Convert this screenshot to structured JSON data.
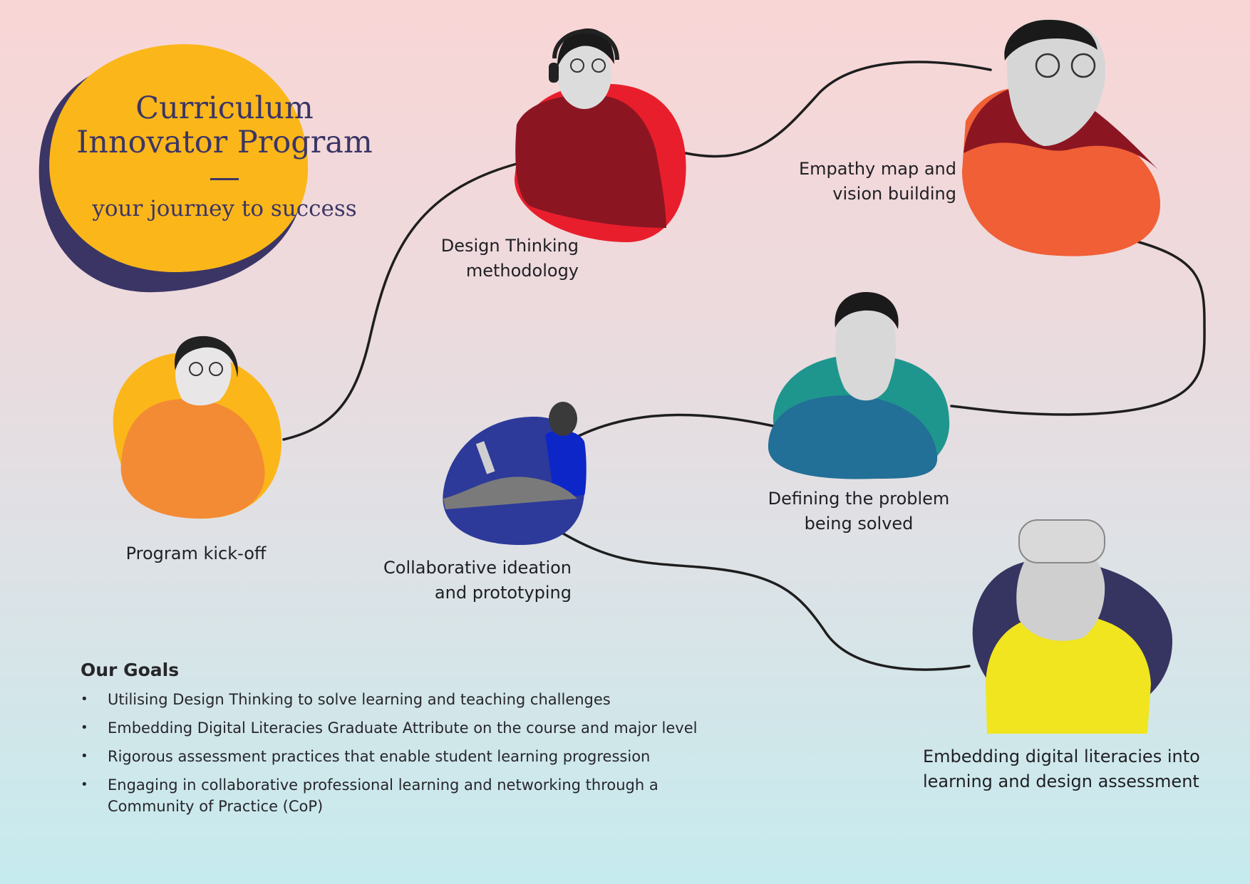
{
  "title": {
    "line1": "Curriculum",
    "line2": "Innovator Program",
    "subtitle": "your journey to success"
  },
  "steps": [
    {
      "line1": "Program kick-off",
      "line2": ""
    },
    {
      "line1": "Design Thinking",
      "line2": "methodology"
    },
    {
      "line1": "Empathy map and",
      "line2": "vision building"
    },
    {
      "line1": "Defining the problem",
      "line2": "being solved"
    },
    {
      "line1": "Collaborative ideation",
      "line2": "and prototyping"
    },
    {
      "line1": "Embedding digital literacies into",
      "line2": "learning and design assessment"
    }
  ],
  "goals": {
    "heading": "Our Goals",
    "items": [
      "Utilising Design Thinking to solve learning and teaching challenges",
      "Embedding Digital Literacies Graduate Attribute on the course and major level",
      "Rigorous assessment practices that enable student learning progression",
      "Engaging in collaborative professional learning and networking through a Community of Practice (CoP)"
    ]
  },
  "colors": {
    "title_blob": "#fbb61a",
    "title_shadow": "#3b3566",
    "path_line": "#1e1e1e"
  }
}
